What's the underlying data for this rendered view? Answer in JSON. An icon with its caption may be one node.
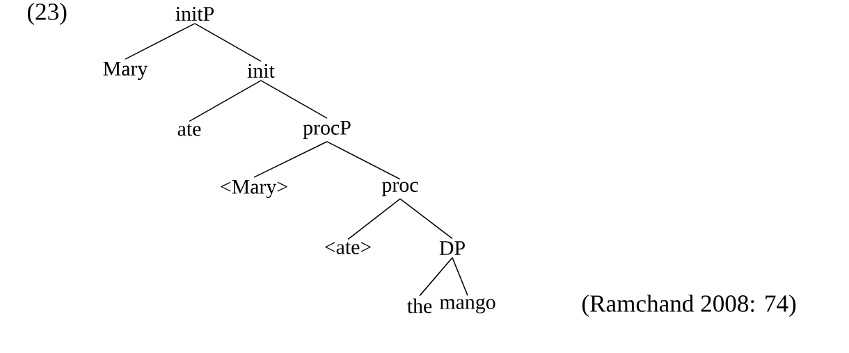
{
  "diagram": {
    "nodes": [
      {
        "text": [
          "initP"
        ]
      },
      {
        "text": [
          "Mary"
        ]
      },
      {
        "text": [
          "init"
        ]
      },
      {
        "text": [
          "ate"
        ]
      },
      {
        "text": [
          "procP"
        ]
      },
      {
        "text": [
          "<Mary>"
        ]
      },
      {
        "text": [
          "proc"
        ]
      },
      {
        "text": [
          "<ate>"
        ]
      },
      {
        "text": [
          "DP"
        ]
      },
      {
        "text": [
          "the"
        ]
      },
      {
        "text": [
          "mango"
        ]
      }
    ],
    "edges": [
      {
        "from": 0,
        "to": 1,
        "arrow": "none"
      },
      {
        "from": 0,
        "to": 2,
        "arrow": "none"
      },
      {
        "from": 2,
        "to": 3,
        "arrow": "none"
      },
      {
        "from": 2,
        "to": 4,
        "arrow": "none"
      },
      {
        "from": 4,
        "to": 5,
        "arrow": "none"
      },
      {
        "from": 4,
        "to": 6,
        "arrow": "none"
      },
      {
        "from": 6,
        "to": 7,
        "arrow": "none"
      },
      {
        "from": 6,
        "to": 8,
        "arrow": "none"
      },
      {
        "from": 8,
        "to": 9,
        "arrow": "none"
      },
      {
        "from": 8,
        "to": 10,
        "arrow": "none"
      }
    ],
    "labels": [
      "(23)",
      "(Ramchand 2008: 74)"
    ]
  }
}
